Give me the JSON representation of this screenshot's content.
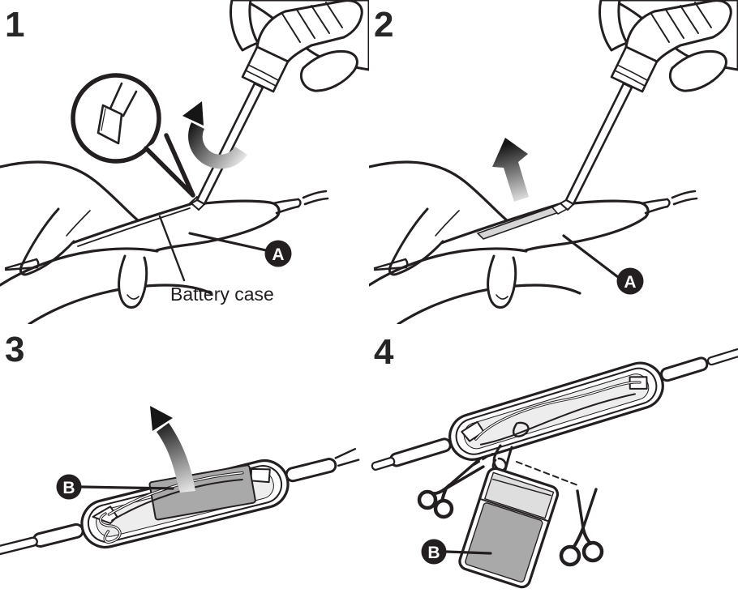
{
  "colors": {
    "line": "#231f20",
    "number": "#262626",
    "background": "#ffffff",
    "battery-gray": "#a9a9a9",
    "battery-light": "#dedede",
    "interior-gray": "#ededed",
    "lid-gray": "#d6d6d6",
    "arrow-dark": "#161616",
    "arrow-light": "#e8e8e8"
  },
  "steps": [
    {
      "number": "1",
      "callout": "A",
      "label": "Battery case"
    },
    {
      "number": "2",
      "callout": "A"
    },
    {
      "number": "3",
      "callout": "B"
    },
    {
      "number": "4",
      "callout": "B"
    }
  ],
  "icons": {
    "step1": [
      "screwdriver",
      "holding-hand",
      "battery-case",
      "magnifier-notch-detail",
      "rotation-arrow"
    ],
    "step2": [
      "screwdriver",
      "holding-hand",
      "battery-case",
      "pry-up-arrow"
    ],
    "step3": [
      "opened-battery-case",
      "battery",
      "lift-arrow"
    ],
    "step4": [
      "opened-battery-case",
      "battery-on-wires",
      "scissors-left",
      "scissors-right",
      "cut-dashed-lines"
    ]
  }
}
